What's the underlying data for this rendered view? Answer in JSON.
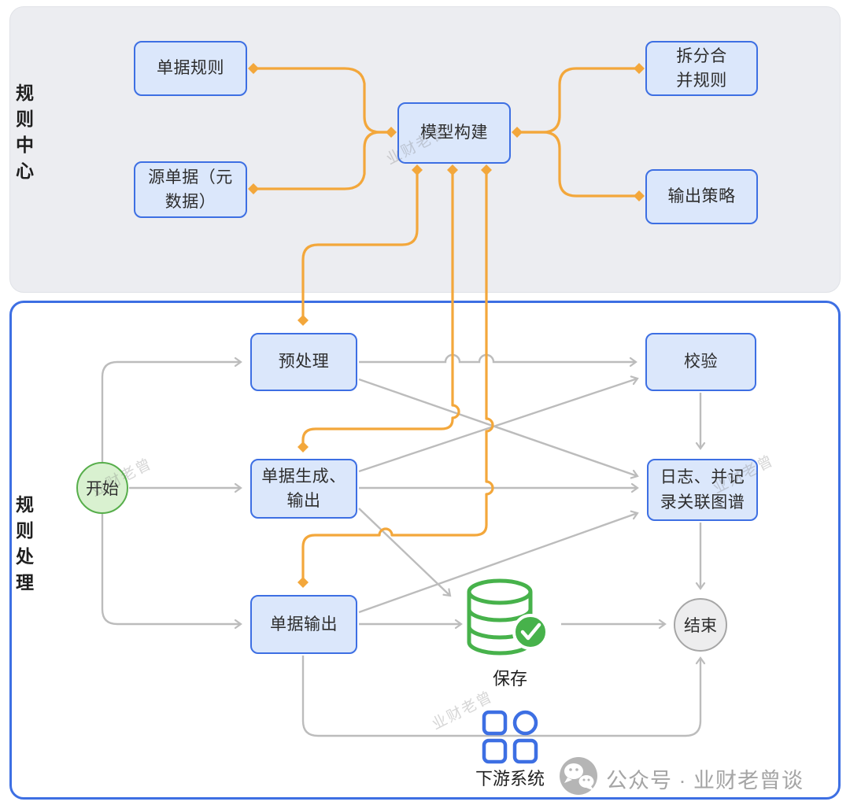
{
  "sections": {
    "rule_center": "规则中心",
    "rule_process": "规则处理"
  },
  "nodes": {
    "doc_rules": "单据规则",
    "source_doc": "源单据（元\n数据）",
    "model_build": "模型构建",
    "split_merge": "拆分合\n并规则",
    "output_strategy": "输出策略",
    "preprocess": "预处理",
    "validate": "校验",
    "doc_generate": "单据生成、\n输出",
    "log_graph": "日志、并记\n录关联图谱",
    "doc_output": "单据输出",
    "start": "开始",
    "end": "结束"
  },
  "captions": {
    "save": "保存",
    "downstream": "下游系统"
  },
  "footer": {
    "wechat_text": "公众号 · 业财老曾谈"
  },
  "watermark": "业财老曾",
  "icons": {
    "save": "database-check-icon",
    "downstream": "app-grid-icon",
    "footer": "wechat-icon"
  },
  "colors": {
    "accent_orange": "#F3A73B",
    "node_border_blue": "#3D6FE3",
    "node_fill": "#DBE7FB",
    "line_gray": "#BCBCBC",
    "icon_green": "#47B24B",
    "panel_gray": "#ECEDF1",
    "start_fill": "#D9F1D0",
    "end_fill": "#EDEDEE"
  },
  "edges": [
    {
      "from": "单据规则",
      "to": "模型构建",
      "style": "orange"
    },
    {
      "from": "源单据（元数据）",
      "to": "模型构建",
      "style": "orange"
    },
    {
      "from": "模型构建",
      "to": "拆分合并规则",
      "style": "orange"
    },
    {
      "from": "模型构建",
      "to": "输出策略",
      "style": "orange"
    },
    {
      "from": "模型构建",
      "to": "预处理",
      "style": "orange"
    },
    {
      "from": "模型构建",
      "to": "单据生成、输出",
      "style": "orange"
    },
    {
      "from": "模型构建",
      "to": "单据输出",
      "style": "orange"
    },
    {
      "from": "开始",
      "to": "预处理",
      "style": "gray"
    },
    {
      "from": "开始",
      "to": "单据生成、输出",
      "style": "gray"
    },
    {
      "from": "开始",
      "to": "单据输出",
      "style": "gray"
    },
    {
      "from": "预处理",
      "to": "校验",
      "style": "gray"
    },
    {
      "from": "预处理",
      "to": "日志、并记录关联图谱",
      "style": "gray"
    },
    {
      "from": "单据生成、输出",
      "to": "校验",
      "style": "gray"
    },
    {
      "from": "单据生成、输出",
      "to": "日志、并记录关联图谱",
      "style": "gray"
    },
    {
      "from": "单据生成、输出",
      "to": "保存",
      "style": "gray"
    },
    {
      "from": "单据输出",
      "to": "日志、并记录关联图谱",
      "style": "gray"
    },
    {
      "from": "单据输出",
      "to": "保存",
      "style": "gray"
    },
    {
      "from": "校验",
      "to": "日志、并记录关联图谱",
      "style": "gray"
    },
    {
      "from": "日志、并记录关联图谱",
      "to": "结束",
      "style": "gray"
    },
    {
      "from": "保存",
      "to": "结束",
      "style": "gray"
    },
    {
      "from": "单据输出",
      "to": "结束",
      "style": "gray"
    }
  ]
}
